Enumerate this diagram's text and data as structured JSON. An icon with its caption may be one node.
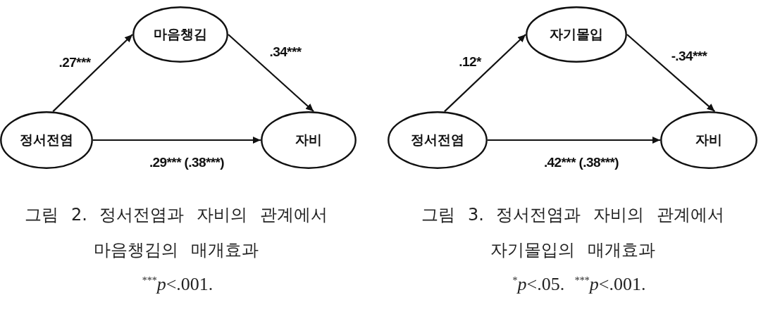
{
  "diagram": {
    "nodes": [
      {
        "text": [
          "마음챙김"
        ]
      },
      {
        "text": [
          "정서전염"
        ]
      },
      {
        "text": [
          "자비"
        ]
      },
      {
        "text": [
          "자기몰입"
        ]
      },
      {
        "text": [
          "정서전염"
        ]
      },
      {
        "text": [
          "자비"
        ]
      }
    ],
    "edges": [
      {
        "from": 1,
        "to": 0,
        "arrow": "to",
        "label": ".27***"
      },
      {
        "from": 0,
        "to": 2,
        "arrow": "to",
        "label": ".34***"
      },
      {
        "from": 1,
        "to": 2,
        "arrow": "to",
        "label": ".29*** (.38***)"
      },
      {
        "from": 4,
        "to": 3,
        "arrow": "to",
        "label": ".12*"
      },
      {
        "from": 3,
        "to": 5,
        "arrow": "to",
        "label": "-.34***"
      },
      {
        "from": 4,
        "to": 5,
        "arrow": "to",
        "label": ".42*** (.38***)"
      }
    ],
    "labels": [
      "그림 2. 정서전염과 자비의 관계에서 마음챙김의 매개효과",
      "$^{***}$*p*<.001.",
      "그림 3. 정서전염과 자비의 관계에서 자기몰입의 매개효과",
      "$^{*}$*p*<.05. $^{***}$*p*<.001."
    ]
  }
}
